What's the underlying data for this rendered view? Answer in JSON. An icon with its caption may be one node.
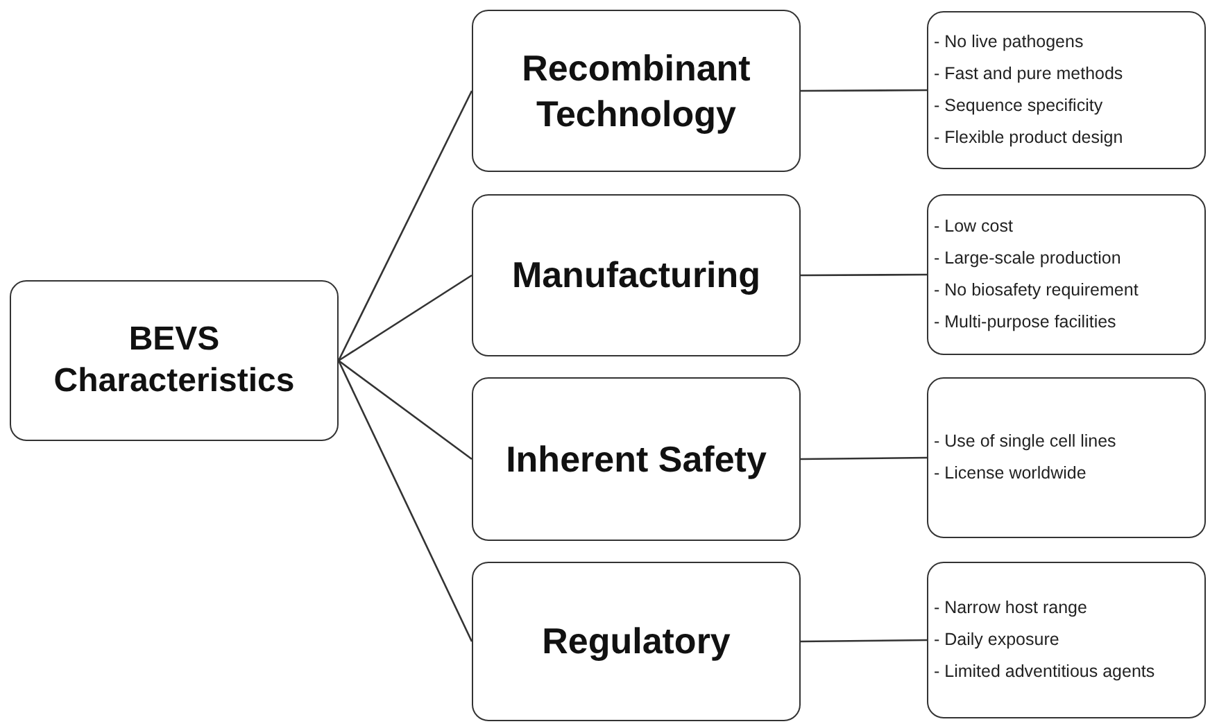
{
  "diagram": {
    "nodes": [
      {
        "text": [
          "BEVS Characteristics"
        ]
      },
      {
        "text": [
          "Recombinant Technology"
        ]
      },
      {
        "text": [
          "Manufacturing"
        ]
      },
      {
        "text": [
          "Inherent Safety"
        ]
      },
      {
        "text": [
          "Regulatory"
        ]
      },
      {
        "text": [
          "- No live pathogens",
          "- Fast and pure methods",
          "- Sequence specificity",
          "- Flexible product design"
        ]
      },
      {
        "text": [
          "- Low cost",
          "- Large-scale production",
          "- No biosafety requirement",
          "- Multi-purpose facilities"
        ]
      },
      {
        "text": [
          "- Use of single cell lines",
          "- License worldwide"
        ]
      },
      {
        "text": [
          "- Narrow host range",
          "- Daily exposure",
          "- Limited adventitious agents"
        ]
      }
    ],
    "edges": [
      {
        "from": 0,
        "to": 1,
        "arrow": "none"
      },
      {
        "from": 0,
        "to": 2,
        "arrow": "none"
      },
      {
        "from": 0,
        "to": 3,
        "arrow": "none"
      },
      {
        "from": 0,
        "to": 4,
        "arrow": "none"
      },
      {
        "from": 1,
        "to": 5,
        "arrow": "none"
      },
      {
        "from": 2,
        "to": 6,
        "arrow": "none"
      },
      {
        "from": 3,
        "to": 7,
        "arrow": "none"
      },
      {
        "from": 4,
        "to": 8,
        "arrow": "none"
      }
    ]
  }
}
